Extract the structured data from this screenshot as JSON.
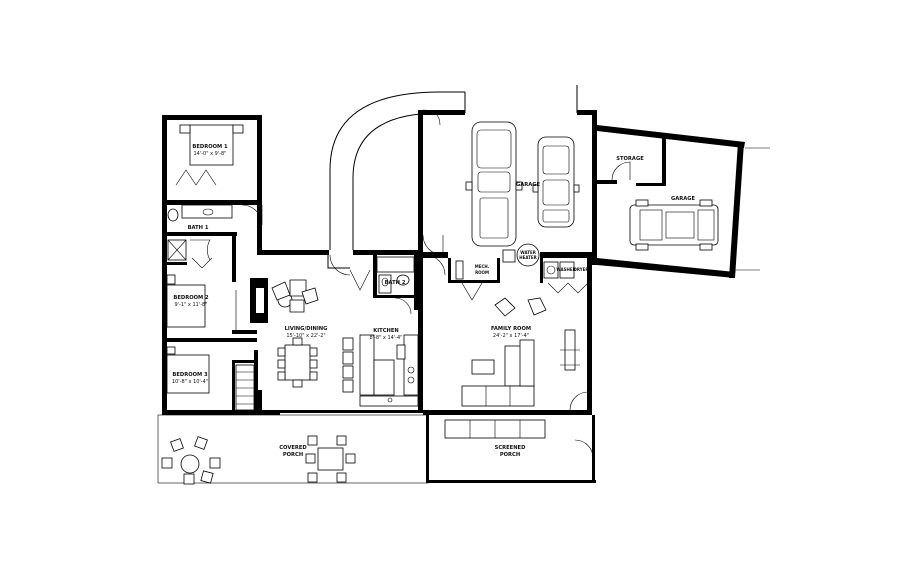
{
  "rooms": {
    "bedroom1": {
      "name": "BEDROOM 1",
      "size": "14'-0\" x 9'-8\""
    },
    "bath1": {
      "name": "BATH 1"
    },
    "bedroom2": {
      "name": "BEDROOM 2",
      "size": "9'-1\" x 11'-8\""
    },
    "bedroom3": {
      "name": "BEDROOM 3",
      "size": "10'-8\" x 10'-4\""
    },
    "living": {
      "name": "LIVING/DINING",
      "size": "15'-10\" x 22'-2\""
    },
    "kitchen": {
      "name": "KITCHEN",
      "size": "8'-8\" x 14'-4\""
    },
    "bath2": {
      "name": "BATH 2"
    },
    "mech": {
      "name": "MECH.",
      "name2": "ROOM"
    },
    "water_heater": {
      "name": "WATER",
      "name2": "HEATER"
    },
    "washer": {
      "name": "WASHER"
    },
    "dryer": {
      "name": "DRYER"
    },
    "family": {
      "name": "FAMILY ROOM",
      "size": "24'-2\" x 17'-4\""
    },
    "garage_main": {
      "name": "GARAGE"
    },
    "storage": {
      "name": "STORAGE"
    },
    "garage_side": {
      "name": "GARAGE"
    },
    "covered_porch": {
      "name": "COVERED",
      "name2": "PORCH"
    },
    "screened_porch": {
      "name": "SCREENED",
      "name2": "PORCH"
    }
  },
  "colors": {
    "wall": "#000000",
    "background": "#ffffff"
  }
}
